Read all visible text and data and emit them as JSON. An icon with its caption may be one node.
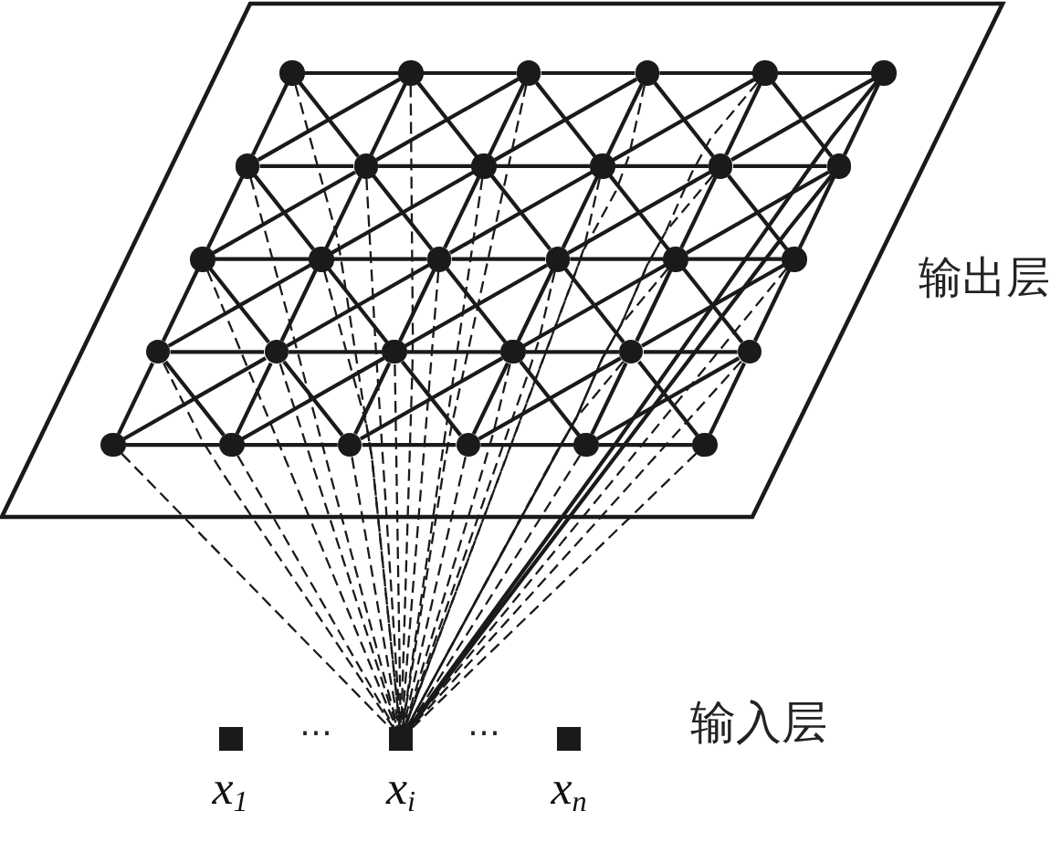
{
  "diagram": {
    "nodes": [
      {
        "text": [
          "输出层"
        ]
      },
      {
        "text": [],
        "shape": "circle",
        "in": 0
      },
      {
        "text": [],
        "shape": "circle",
        "in": 0
      },
      {
        "text": [],
        "shape": "circle",
        "in": 0
      },
      {
        "text": [],
        "shape": "circle",
        "in": 0
      },
      {
        "text": [],
        "shape": "circle",
        "in": 0
      },
      {
        "text": [],
        "shape": "circle",
        "in": 0
      },
      {
        "text": [],
        "shape": "circle",
        "in": 0
      },
      {
        "text": [],
        "shape": "circle",
        "in": 0
      },
      {
        "text": [],
        "shape": "circle",
        "in": 0
      },
      {
        "text": [],
        "shape": "circle",
        "in": 0
      },
      {
        "text": [],
        "shape": "circle",
        "in": 0
      },
      {
        "text": [],
        "shape": "circle",
        "in": 0
      },
      {
        "text": [],
        "shape": "circle",
        "in": 0
      },
      {
        "text": [],
        "shape": "circle",
        "in": 0
      },
      {
        "text": [],
        "shape": "circle",
        "in": 0
      },
      {
        "text": [],
        "shape": "circle",
        "in": 0
      },
      {
        "text": [],
        "shape": "circle",
        "in": 0
      },
      {
        "text": [],
        "shape": "circle",
        "in": 0
      },
      {
        "text": [],
        "shape": "circle",
        "in": 0
      },
      {
        "text": [],
        "shape": "circle",
        "in": 0
      },
      {
        "text": [],
        "shape": "circle",
        "in": 0
      },
      {
        "text": [],
        "shape": "circle",
        "in": 0
      },
      {
        "text": [],
        "shape": "circle",
        "in": 0
      },
      {
        "text": [],
        "shape": "circle",
        "in": 0
      },
      {
        "text": [],
        "shape": "circle",
        "in": 0
      },
      {
        "text": [],
        "shape": "circle",
        "in": 0
      },
      {
        "text": [],
        "shape": "circle",
        "in": 0
      },
      {
        "text": [],
        "shape": "circle",
        "in": 0
      },
      {
        "text": [],
        "shape": "circle",
        "in": 0
      },
      {
        "text": [],
        "shape": "circle",
        "in": 0
      },
      {
        "text": [],
        "shape": "box",
        "beside": [
          "x$_{1}$"
        ]
      },
      {
        "text": [],
        "shape": "box",
        "beside": [
          "x$_{i}$"
        ]
      },
      {
        "text": [],
        "shape": "box",
        "beside": [
          "x$_{n}$"
        ]
      }
    ],
    "edges": [
      {
        "from": 1,
        "to": 2,
        "arrow": "none"
      },
      {
        "from": 2,
        "to": 3,
        "arrow": "none"
      },
      {
        "from": 3,
        "to": 4,
        "arrow": "none"
      },
      {
        "from": 4,
        "to": 5,
        "arrow": "none"
      },
      {
        "from": 5,
        "to": 6,
        "arrow": "none"
      },
      {
        "from": 7,
        "to": 8,
        "arrow": "none"
      },
      {
        "from": 8,
        "to": 9,
        "arrow": "none"
      },
      {
        "from": 9,
        "to": 10,
        "arrow": "none"
      },
      {
        "from": 10,
        "to": 11,
        "arrow": "none"
      },
      {
        "from": 11,
        "to": 12,
        "arrow": "none"
      },
      {
        "from": 13,
        "to": 14,
        "arrow": "none"
      },
      {
        "from": 14,
        "to": 15,
        "arrow": "none"
      },
      {
        "from": 15,
        "to": 16,
        "arrow": "none"
      },
      {
        "from": 16,
        "to": 17,
        "arrow": "none"
      },
      {
        "from": 17,
        "to": 18,
        "arrow": "none"
      },
      {
        "from": 19,
        "to": 20,
        "arrow": "none"
      },
      {
        "from": 20,
        "to": 21,
        "arrow": "none"
      },
      {
        "from": 21,
        "to": 22,
        "arrow": "none"
      },
      {
        "from": 22,
        "to": 23,
        "arrow": "none"
      },
      {
        "from": 23,
        "to": 24,
        "arrow": "none"
      },
      {
        "from": 25,
        "to": 26,
        "arrow": "none"
      },
      {
        "from": 26,
        "to": 27,
        "arrow": "none"
      },
      {
        "from": 27,
        "to": 28,
        "arrow": "none"
      },
      {
        "from": 28,
        "to": 29,
        "arrow": "none"
      },
      {
        "from": 29,
        "to": 30,
        "arrow": "none"
      },
      {
        "from": 1,
        "to": 7,
        "arrow": "none"
      },
      {
        "from": 1,
        "to": 8,
        "arrow": "none"
      },
      {
        "from": 2,
        "to": 8,
        "arrow": "none"
      },
      {
        "from": 2,
        "to": 9,
        "arrow": "none"
      },
      {
        "from": 2,
        "to": 7,
        "arrow": "none"
      },
      {
        "from": 3,
        "to": 9,
        "arrow": "none"
      },
      {
        "from": 3,
        "to": 10,
        "arrow": "none"
      },
      {
        "from": 3,
        "to": 8,
        "arrow": "none"
      },
      {
        "from": 4,
        "to": 10,
        "arrow": "none"
      },
      {
        "from": 4,
        "to": 11,
        "arrow": "none"
      },
      {
        "from": 4,
        "to": 9,
        "arrow": "none"
      },
      {
        "from": 5,
        "to": 11,
        "arrow": "none"
      },
      {
        "from": 5,
        "to": 12,
        "arrow": "none"
      },
      {
        "from": 5,
        "to": 10,
        "arrow": "none"
      },
      {
        "from": 6,
        "to": 12,
        "arrow": "none"
      },
      {
        "from": 6,
        "to": 11,
        "arrow": "none"
      },
      {
        "from": 7,
        "to": 13,
        "arrow": "none"
      },
      {
        "from": 7,
        "to": 14,
        "arrow": "none"
      },
      {
        "from": 8,
        "to": 14,
        "arrow": "none"
      },
      {
        "from": 8,
        "to": 15,
        "arrow": "none"
      },
      {
        "from": 8,
        "to": 13,
        "arrow": "none"
      },
      {
        "from": 9,
        "to": 15,
        "arrow": "none"
      },
      {
        "from": 9,
        "to": 16,
        "arrow": "none"
      },
      {
        "from": 9,
        "to": 14,
        "arrow": "none"
      },
      {
        "from": 10,
        "to": 16,
        "arrow": "none"
      },
      {
        "from": 10,
        "to": 17,
        "arrow": "none"
      },
      {
        "from": 10,
        "to": 15,
        "arrow": "none"
      },
      {
        "from": 11,
        "to": 17,
        "arrow": "none"
      },
      {
        "from": 11,
        "to": 18,
        "arrow": "none"
      },
      {
        "from": 11,
        "to": 16,
        "arrow": "none"
      },
      {
        "from": 12,
        "to": 18,
        "arrow": "none"
      },
      {
        "from": 12,
        "to": 17,
        "arrow": "none"
      },
      {
        "from": 13,
        "to": 19,
        "arrow": "none"
      },
      {
        "from": 13,
        "to": 20,
        "arrow": "none"
      },
      {
        "from": 14,
        "to": 20,
        "arrow": "none"
      },
      {
        "from": 14,
        "to": 21,
        "arrow": "none"
      },
      {
        "from": 14,
        "to": 19,
        "arrow": "none"
      },
      {
        "from": 15,
        "to": 21,
        "arrow": "none"
      },
      {
        "from": 15,
        "to": 22,
        "arrow": "none"
      },
      {
        "from": 15,
        "to": 20,
        "arrow": "none"
      },
      {
        "from": 16,
        "to": 22,
        "arrow": "none"
      },
      {
        "from": 16,
        "to": 23,
        "arrow": "none"
      },
      {
        "from": 16,
        "to": 21,
        "arrow": "none"
      },
      {
        "from": 17,
        "to": 23,
        "arrow": "none"
      },
      {
        "from": 17,
        "to": 24,
        "arrow": "none"
      },
      {
        "from": 17,
        "to": 22,
        "arrow": "none"
      },
      {
        "from": 18,
        "to": 24,
        "arrow": "none"
      },
      {
        "from": 18,
        "to": 23,
        "arrow": "none"
      },
      {
        "from": 19,
        "to": 25,
        "arrow": "none"
      },
      {
        "from": 19,
        "to": 26,
        "arrow": "none"
      },
      {
        "from": 20,
        "to": 26,
        "arrow": "none"
      },
      {
        "from": 20,
        "to": 27,
        "arrow": "none"
      },
      {
        "from": 20,
        "to": 25,
        "arrow": "none"
      },
      {
        "from": 21,
        "to": 27,
        "arrow": "none"
      },
      {
        "from": 21,
        "to": 28,
        "arrow": "none"
      },
      {
        "from": 21,
        "to": 26,
        "arrow": "none"
      },
      {
        "from": 22,
        "to": 28,
        "arrow": "none"
      },
      {
        "from": 22,
        "to": 29,
        "arrow": "none"
      },
      {
        "from": 22,
        "to": 27,
        "arrow": "none"
      },
      {
        "from": 23,
        "to": 29,
        "arrow": "none"
      },
      {
        "from": 23,
        "to": 30,
        "arrow": "none"
      },
      {
        "from": 23,
        "to": 28,
        "arrow": "none"
      },
      {
        "from": 24,
        "to": 30,
        "arrow": "none"
      },
      {
        "from": 24,
        "to": 29,
        "arrow": "none"
      },
      {
        "from": 1,
        "to": 32,
        "arrow": "none",
        "style": "dashed"
      },
      {
        "from": 2,
        "to": 32,
        "arrow": "none",
        "style": "dashed"
      },
      {
        "from": 3,
        "to": 32,
        "arrow": "none",
        "style": "dashed"
      },
      {
        "from": 4,
        "to": 32,
        "arrow": "none",
        "style": "dashed"
      },
      {
        "from": 5,
        "to": 32,
        "arrow": "none",
        "style": "dashed"
      },
      {
        "from": 6,
        "to": 32,
        "arrow": "none"
      },
      {
        "from": 7,
        "to": 32,
        "arrow": "none",
        "style": "dashed"
      },
      {
        "from": 8,
        "to": 32,
        "arrow": "none",
        "style": "dashed"
      },
      {
        "from": 9,
        "to": 32,
        "arrow": "none",
        "style": "dashed"
      },
      {
        "from": 10,
        "to": 32,
        "arrow": "none",
        "style": "dashed"
      },
      {
        "from": 11,
        "to": 32,
        "arrow": "none",
        "style": "dashed"
      },
      {
        "from": 12,
        "to": 32,
        "arrow": "none"
      },
      {
        "from": 13,
        "to": 32,
        "arrow": "none",
        "style": "dashed"
      },
      {
        "from": 14,
        "to": 32,
        "arrow": "none",
        "style": "dashed"
      },
      {
        "from": 15,
        "to": 32,
        "arrow": "none",
        "style": "dashed"
      },
      {
        "from": 16,
        "to": 32,
        "arrow": "none",
        "style": "dashed"
      },
      {
        "from": 17,
        "to": 32,
        "arrow": "none",
        "style": "dashed"
      },
      {
        "from": 18,
        "to": 32,
        "arrow": "none",
        "style": "dashed"
      },
      {
        "from": 19,
        "to": 32,
        "arrow": "none",
        "style": "dashed"
      },
      {
        "from": 20,
        "to": 32,
        "arrow": "none",
        "style": "dashed"
      },
      {
        "from": 21,
        "to": 32,
        "arrow": "none",
        "style": "dashed"
      },
      {
        "from": 22,
        "to": 32,
        "arrow": "none",
        "style": "dashed"
      },
      {
        "from": 23,
        "to": 32,
        "arrow": "none",
        "style": "dashed"
      },
      {
        "from": 24,
        "to": 32,
        "arrow": "none",
        "style": "dashed"
      },
      {
        "from": 25,
        "to": 32,
        "arrow": "none",
        "style": "dashed"
      },
      {
        "from": 26,
        "to": 32,
        "arrow": "none",
        "style": "dashed"
      },
      {
        "from": 27,
        "to": 32,
        "arrow": "none",
        "style": "dashed"
      },
      {
        "from": 28,
        "to": 32,
        "arrow": "none",
        "style": "dashed"
      },
      {
        "from": 29,
        "to": 32,
        "arrow": "none",
        "style": "dashed"
      },
      {
        "from": 30,
        "to": 32,
        "arrow": "none",
        "style": "dashed"
      }
    ],
    "labels": [
      "⋯",
      "⋯",
      "输入层"
    ]
  }
}
